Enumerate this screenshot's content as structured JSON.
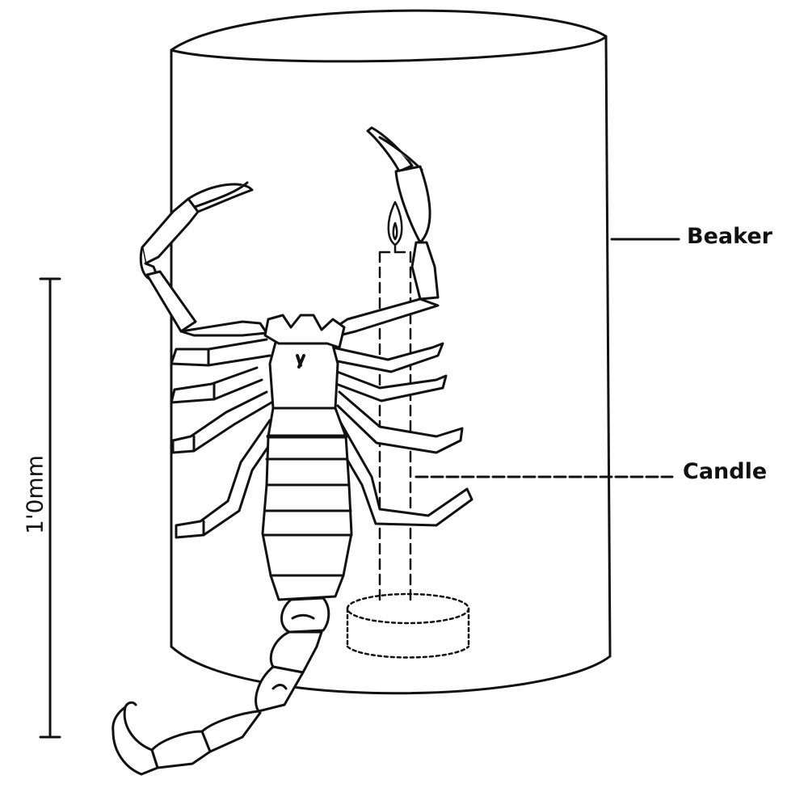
{
  "labels": {
    "beaker": "Beaker",
    "candle": "Candle"
  },
  "scale": {
    "text": "1'0mm"
  },
  "colors": {
    "ink": "#111111",
    "paper": "#ffffff"
  }
}
